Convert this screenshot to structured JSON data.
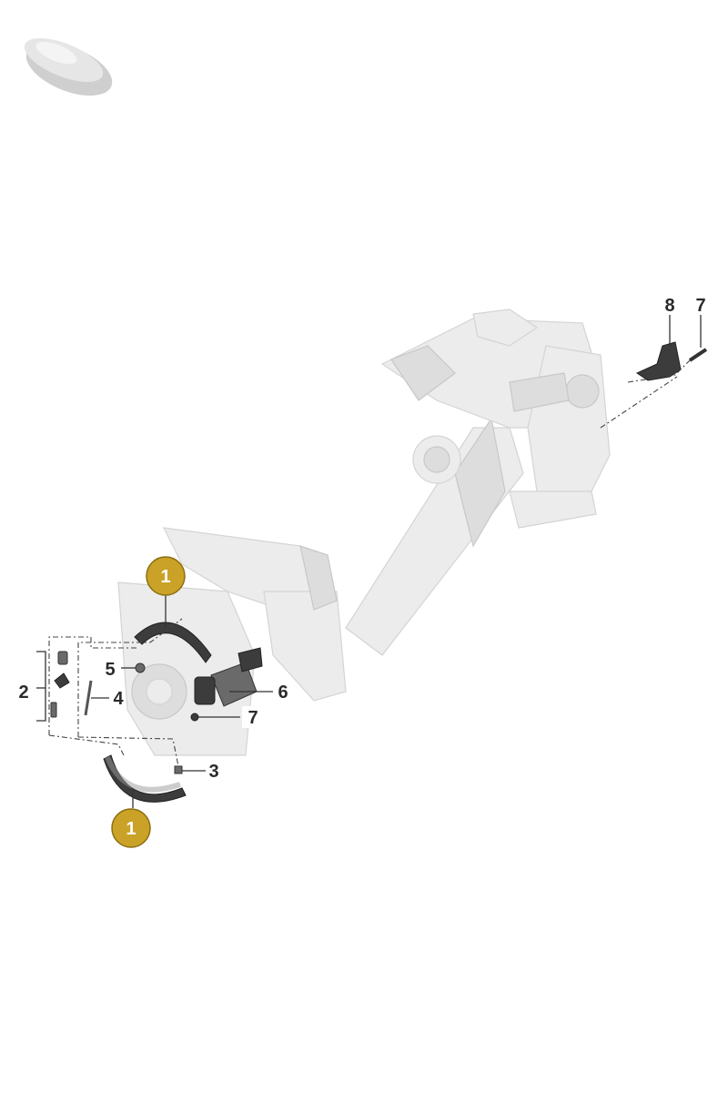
{
  "callouts": {
    "badge_top": "1",
    "badge_bottom": "1",
    "c2": "2",
    "c3": "3",
    "c4": "4",
    "c5": "5",
    "c6": "6",
    "c7_lower": "7",
    "c7_upper": "7",
    "c8": "8"
  },
  "colors": {
    "badge": "#c9a227",
    "frame": "#ececec",
    "part": "#3c3c3c"
  },
  "icons": {
    "vehicle": "car-silhouette-icon"
  }
}
